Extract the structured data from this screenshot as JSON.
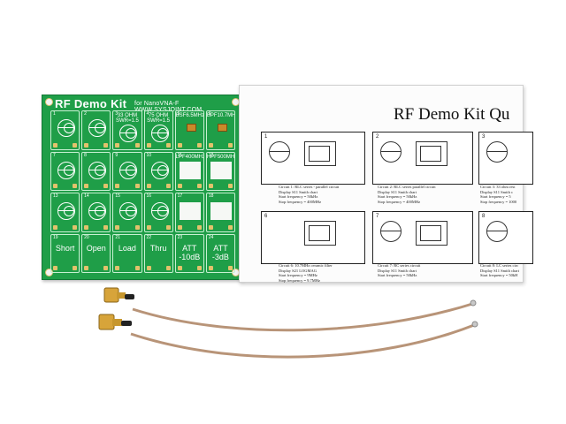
{
  "pcb": {
    "title": "RF Demo Kit",
    "subtitle": "for NanoVNA-F  WWW.SYSJOINT.COM",
    "cells": [
      {
        "num": "1",
        "label": ""
      },
      {
        "num": "2",
        "label": ""
      },
      {
        "num": "3",
        "label": "33 OHM\nSWR=1.5"
      },
      {
        "num": "4",
        "label": "75 OHM\nSWR=1.5"
      },
      {
        "num": "5",
        "label": "BSF6.5MHz"
      },
      {
        "num": "6",
        "label": "BPF10.7MHz"
      },
      {
        "num": "7",
        "label": ""
      },
      {
        "num": "8",
        "label": ""
      },
      {
        "num": "9",
        "label": ""
      },
      {
        "num": "10",
        "label": ""
      },
      {
        "num": "11",
        "label": "LPF400MHz"
      },
      {
        "num": "12",
        "label": "HPF500MHz"
      },
      {
        "num": "13",
        "label": ""
      },
      {
        "num": "14",
        "label": ""
      },
      {
        "num": "15",
        "label": ""
      },
      {
        "num": "16",
        "label": ""
      },
      {
        "num": "17",
        "label": ""
      },
      {
        "num": "18",
        "label": ""
      },
      {
        "num": "19",
        "label": "Short"
      },
      {
        "num": "20",
        "label": "Open"
      },
      {
        "num": "21",
        "label": "Load"
      },
      {
        "num": "22",
        "label": "Thru"
      },
      {
        "num": "23",
        "label": "ATT -10dB"
      },
      {
        "num": "24",
        "label": "ATT -3dB"
      }
    ]
  },
  "paper": {
    "title": "RF Demo Kit Qu",
    "panels": [
      {
        "num": "1",
        "caption": "Circuit 1: RLC series - parallel circuit\nDisplay S11 Smith chart\nStart frequency = 50kHz\nStop frequency = 400MHz"
      },
      {
        "num": "2",
        "caption": "Circuit 2: RLC series parallel circuit\nDisplay S11 Smith chart\nStart frequency = 50kHz\nStop frequency = 400MHz"
      },
      {
        "num": "3",
        "caption": "Circuit 3: 33 ohm resi\nDisplay S11 Smith c\nStart frequency = 5\nStop frequency = 1000"
      },
      {
        "num": "6",
        "caption": "Circuit 6: 10.7MHz ceramic filter\nDisplay S21 LOGMAG\nStart frequency = 9MHz\nStop frequency = 9.7MHz"
      },
      {
        "num": "7",
        "caption": "Circuit 7: RC series circuit\nDisplay S11 Smith chart\nStart frequency = 50kHz"
      },
      {
        "num": "8",
        "caption": "Circuit 8: LC series circ\nDisplay S11 Smith chart\nStart frequency = 50kH"
      }
    ]
  }
}
